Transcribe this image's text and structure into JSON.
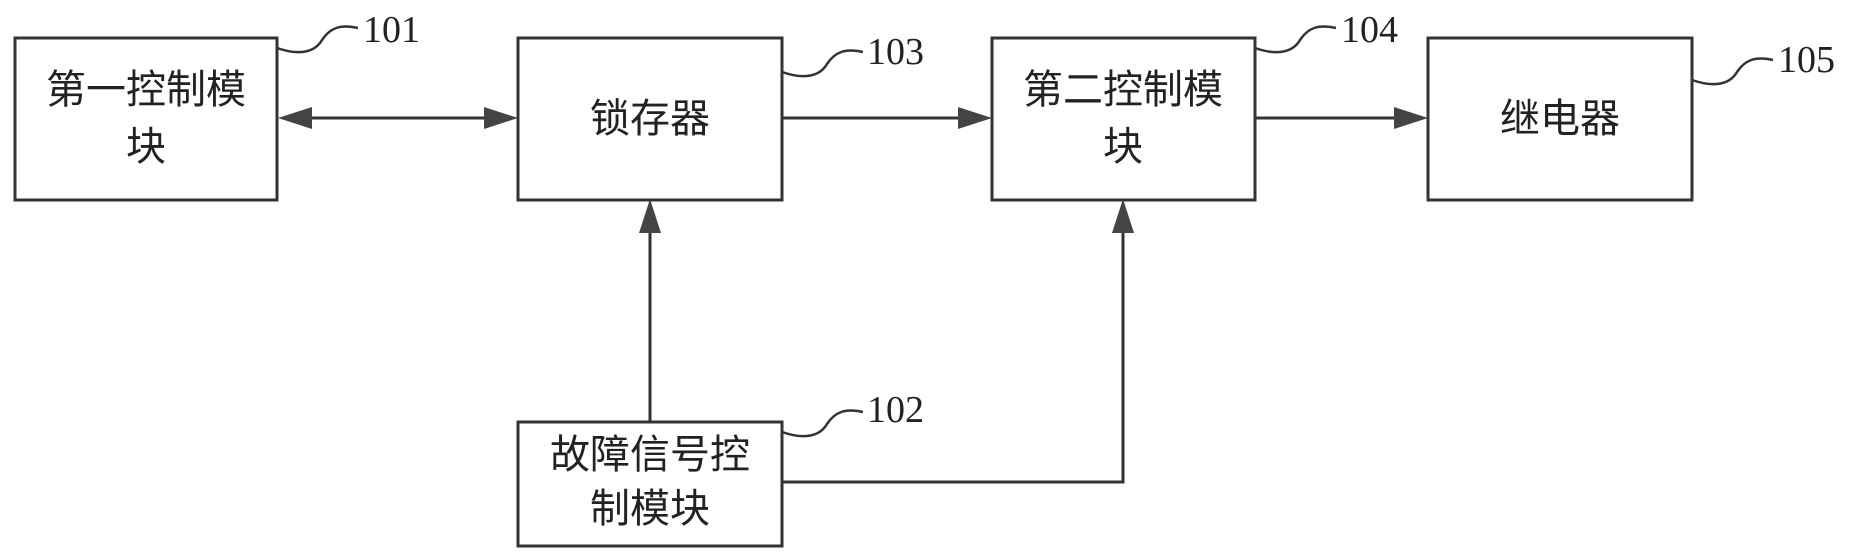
{
  "diagram": {
    "modules": [
      {
        "id": "101",
        "ref": "101",
        "lines": [
          "第一控制模",
          "块"
        ]
      },
      {
        "id": "102",
        "ref": "102",
        "lines": [
          "故障信号控",
          "制模块"
        ]
      },
      {
        "id": "103",
        "ref": "103",
        "lines": [
          "锁存器"
        ]
      },
      {
        "id": "104",
        "ref": "104",
        "lines": [
          "第二控制模",
          "块"
        ]
      },
      {
        "id": "105",
        "ref": "105",
        "lines": [
          "继电器"
        ]
      }
    ],
    "connections": [
      {
        "from": "101",
        "to": "103",
        "bidirectional": true
      },
      {
        "from": "103",
        "to": "104",
        "bidirectional": false
      },
      {
        "from": "104",
        "to": "105",
        "bidirectional": false
      },
      {
        "from": "102",
        "to": "103",
        "bidirectional": false
      },
      {
        "from": "102",
        "to": "104",
        "bidirectional": false
      }
    ]
  }
}
